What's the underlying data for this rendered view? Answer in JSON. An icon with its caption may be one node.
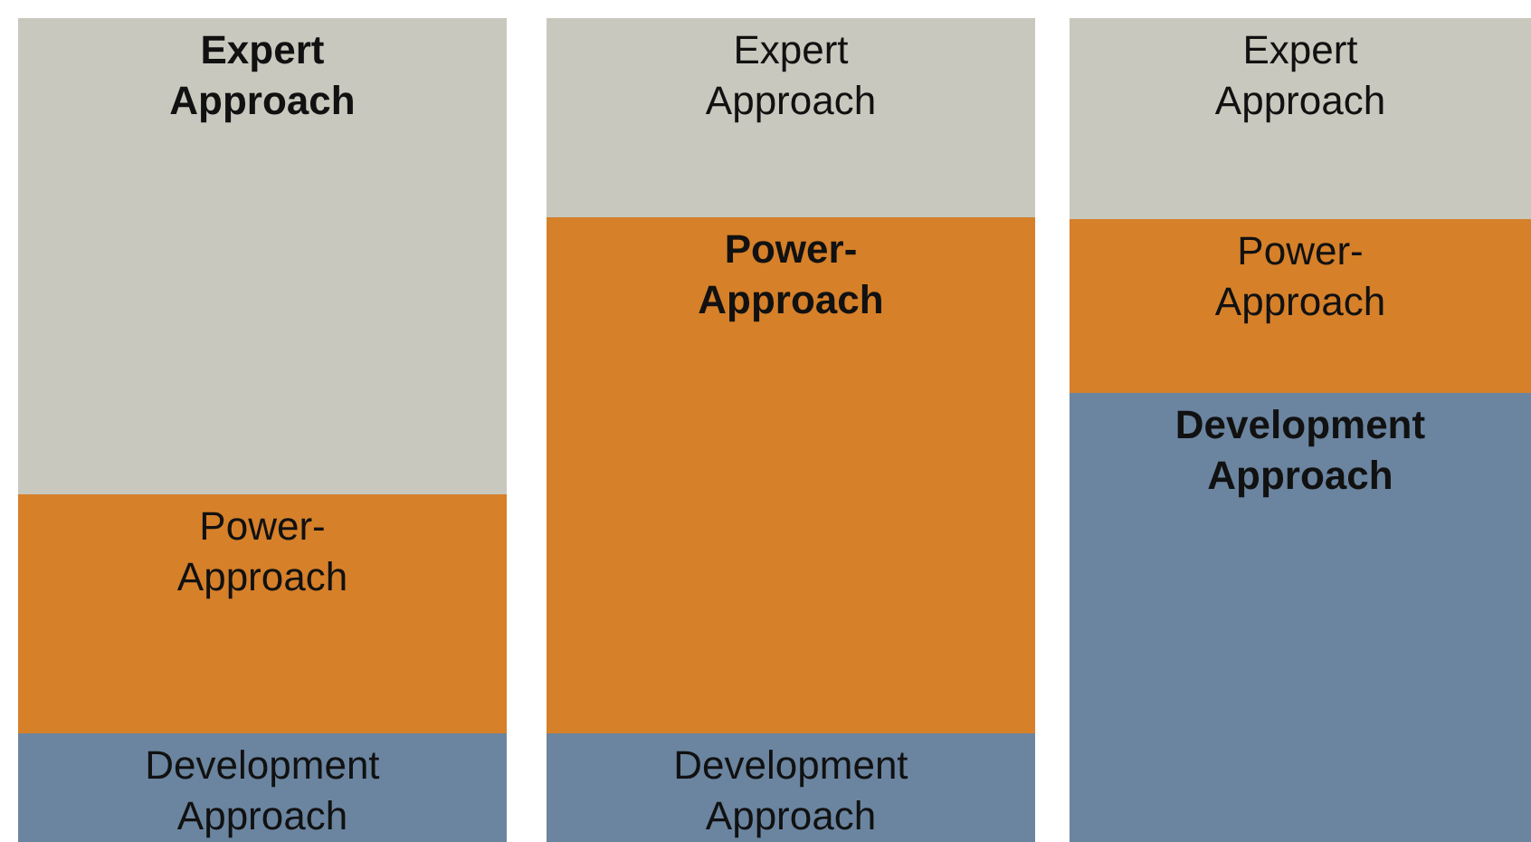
{
  "diagram": {
    "nodes": [
      {
        "text": [
          "Expert Approach"
        ]
      },
      {
        "text": [
          "Power-Approach"
        ]
      },
      {
        "text": [
          "Development Approach"
        ]
      },
      {
        "text": [
          "Expert Approach"
        ]
      },
      {
        "text": [
          "Power-Approach"
        ]
      },
      {
        "text": [
          "Development Approach"
        ]
      },
      {
        "text": [
          "Expert Approach"
        ]
      },
      {
        "text": [
          "Power-Approach"
        ]
      },
      {
        "text": [
          "Development Approach"
        ]
      }
    ],
    "edges": []
  }
}
